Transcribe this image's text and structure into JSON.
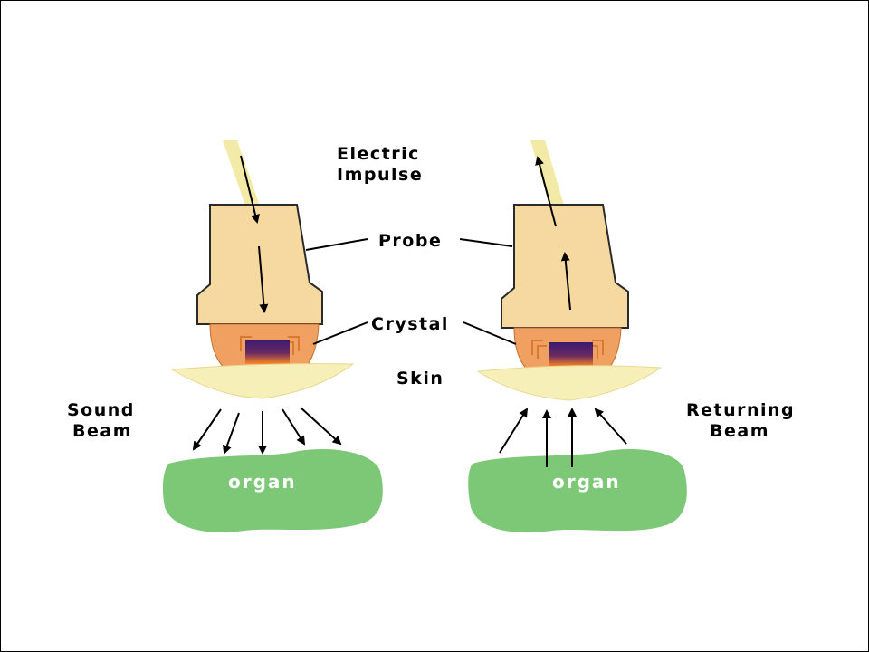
{
  "labels": {
    "electric_line1": "Electric",
    "electric_line2": "Impulse",
    "probe": "Probe",
    "crystal": "Crystal",
    "skin": "Skin",
    "sound_line1": "Sound",
    "sound_line2": "Beam",
    "returning_line1": "Returning",
    "returning_line2": "Beam",
    "organ_left": "organ",
    "organ_right": "organ"
  },
  "colors": {
    "probe_body": "#f6d9a0",
    "crystal_housing": "#f0a060",
    "organ": "#7cc877",
    "skin": "#f7efb8",
    "cable": "#f3eaa8",
    "element_top": "#3a1a70",
    "element_bottom": "#ff8a20"
  }
}
